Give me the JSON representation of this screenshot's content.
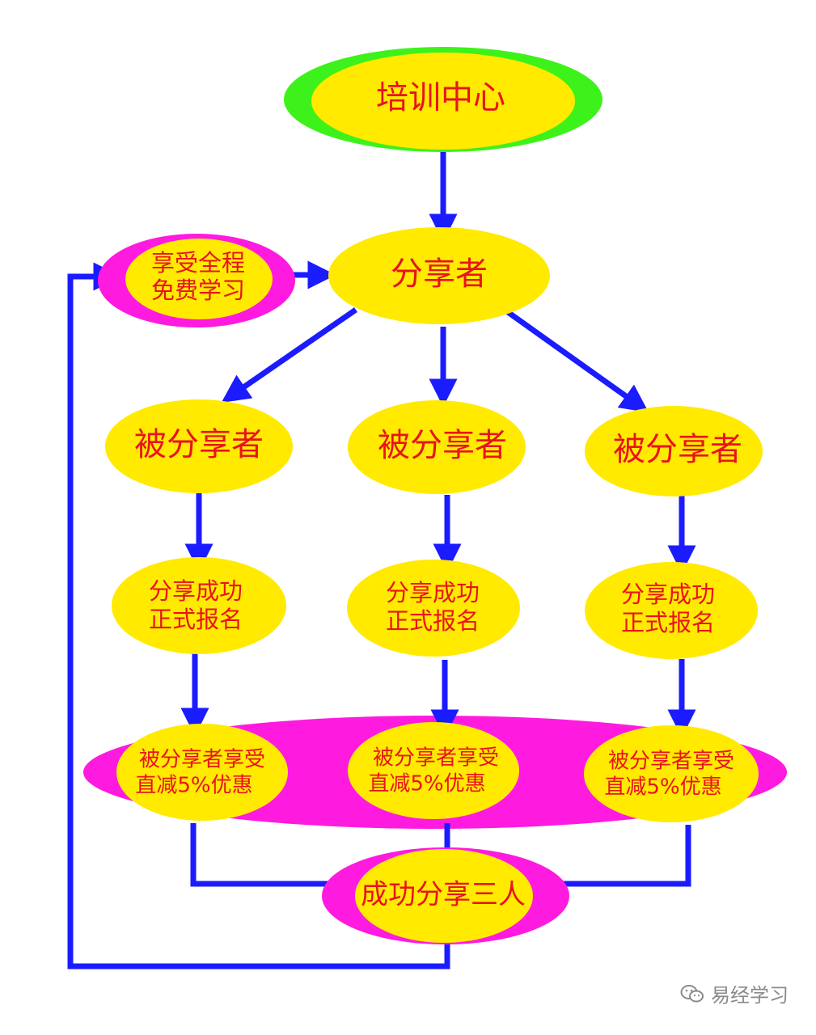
{
  "colors": {
    "node_fill": "#ffea00",
    "text": "#e8141b",
    "outer_green": "#3df21a",
    "outer_magenta": "#ff1adf",
    "arrow": "#1b1bff",
    "watermark": "#8a8a8a"
  },
  "nodes": {
    "center": "培训中心",
    "sharer": "分享者",
    "reward": [
      "享受全程",
      "免费学习"
    ],
    "shared": [
      "被分享者",
      "被分享者",
      "被分享者"
    ],
    "signup": [
      [
        "分享成功",
        "正式报名"
      ],
      [
        "分享成功",
        "正式报名"
      ],
      [
        "分享成功",
        "正式报名"
      ]
    ],
    "discount": [
      [
        "被分享者享受",
        "直减5%优惠"
      ],
      [
        "被分享者享受",
        "直减5%优惠"
      ],
      [
        "被分享者享受",
        "直减5%优惠"
      ]
    ],
    "success": "成功分享三人"
  },
  "watermark": {
    "icon": "wechat-icon",
    "text": "易经学习"
  }
}
